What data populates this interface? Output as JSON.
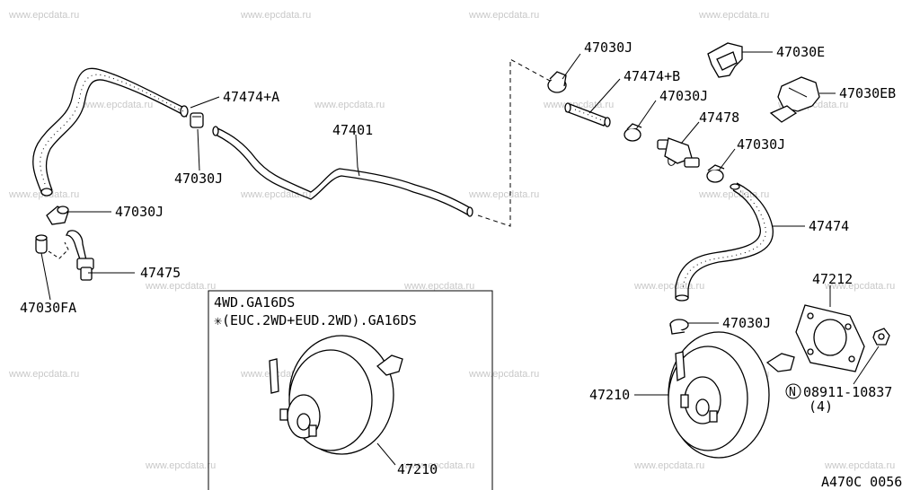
{
  "watermark": "www.epcdata.ru",
  "diagram_code": "A470C 0056",
  "variant_box": {
    "line1": "4WD.GA16DS",
    "line2": "✳(EUC.2WD+EUD.2WD).GA16DS"
  },
  "labels": {
    "p47474A": "47474+A",
    "p47030J_left_clip": "47030J",
    "p47401": "47401",
    "p47030J_left_lower": "47030J",
    "p47475": "47475",
    "p47030FA": "47030FA",
    "p47030J_top": "47030J",
    "p47474B": "47474+B",
    "p47030J_mid": "47030J",
    "p47030E": "47030E",
    "p47030EB": "47030EB",
    "p47478": "47478",
    "p47030J_right": "47030J",
    "p47474": "47474",
    "p47212": "47212",
    "p47030J_booster": "47030J",
    "p47210_right": "47210",
    "p47210_box": "47210",
    "bolt_symbol": "N",
    "bolt_number": "08911-10837",
    "bolt_qty": "(4)"
  },
  "colors": {
    "line": "#000000",
    "watermark": "#c8c8c8",
    "background": "#ffffff"
  }
}
